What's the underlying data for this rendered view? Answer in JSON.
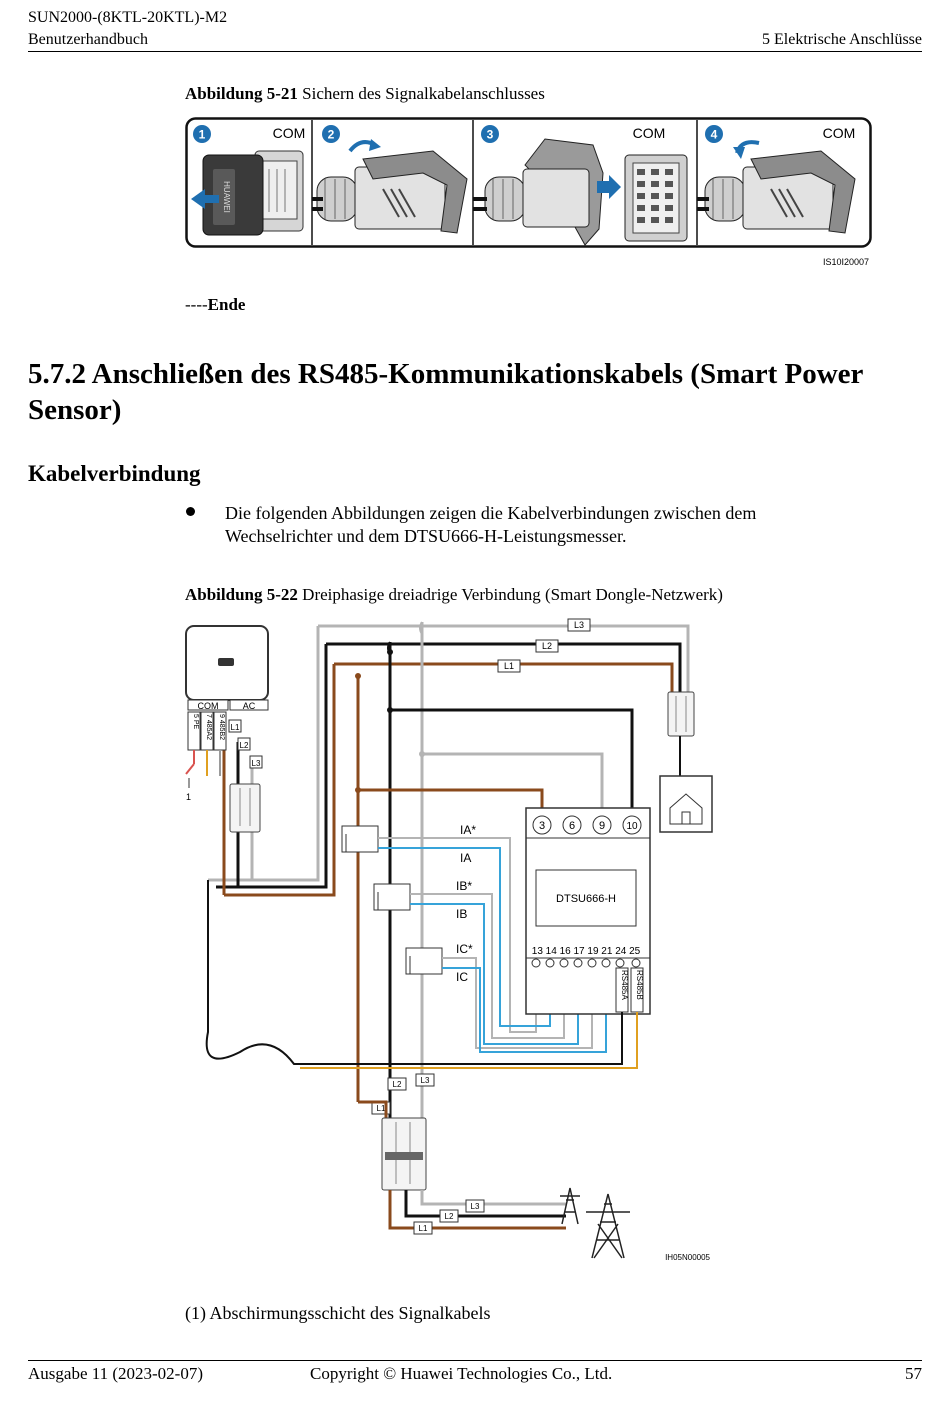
{
  "header": {
    "product": "SUN2000-(8KTL-20KTL)-M2",
    "doc_type": "Benutzerhandbuch",
    "chapter": "5 Elektrische Anschlüsse"
  },
  "figure1": {
    "caption_label": "Abbildung 5-21",
    "caption_text": " Sichern des Signalkabelanschlusses",
    "steps": [
      "1",
      "2",
      "3",
      "4"
    ],
    "com_label": "COM",
    "code": "IS10I20007"
  },
  "end_marker": {
    "dashes": "----",
    "word": "Ende"
  },
  "section": {
    "heading": "5.7.2 Anschließen des RS485-Kommunikationskabels (Smart Power Sensor)",
    "subheading": "Kabelverbindung",
    "bullet": "Die folgenden Abbildungen zeigen die Kabelverbindungen zwischen dem Wechselrichter und dem DTSU666-H-Leistungsmesser."
  },
  "figure2": {
    "caption_label": "Abbildung 5-22",
    "caption_text": " Dreiphasige dreiadrige Verbindung (Smart Dongle-Netzwerk)",
    "inverter_com": "COM",
    "inverter_ac": "AC",
    "com_pins": [
      "5 PE",
      "7 485A2",
      "9 485B2"
    ],
    "phases": [
      "L1",
      "L2",
      "L3"
    ],
    "shield_callout": "1",
    "ct_labels": [
      "IA*",
      "IA",
      "IB*",
      "IB",
      "IC*",
      "IC"
    ],
    "meter_name": "DTSU666-H",
    "meter_top_terminals": [
      "3",
      "6",
      "9",
      "10"
    ],
    "meter_bottom_terminals": "13 14 16 17 19 21 24 25",
    "rs485_labels": [
      "RS485A",
      "RS485B"
    ],
    "code": "IH05N00005",
    "colors": {
      "brown": "#8a4a1c",
      "black": "#111111",
      "gray": "#b4b4b4",
      "blue": "#36a3d9",
      "orange": "#e0a020"
    }
  },
  "footnote": "(1) Abschirmungsschicht des Signalkabels",
  "footer": {
    "edition": "Ausgabe 11 (2023-02-07)",
    "copyright": "Copyright © Huawei Technologies Co., Ltd.",
    "page": "57"
  }
}
